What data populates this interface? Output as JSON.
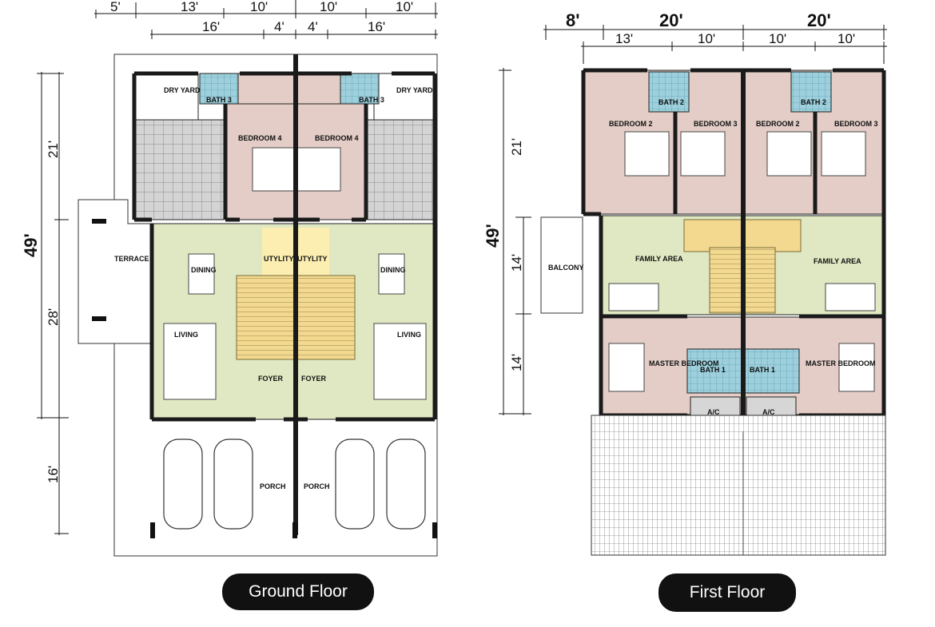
{
  "ground": {
    "title": "Ground Floor",
    "top_dims": [
      "5'",
      "13'",
      "10'",
      "10'",
      "10'"
    ],
    "second_dims": [
      "16'",
      "4'",
      "4'",
      "16'"
    ],
    "side_dims": [
      "21'",
      "49'",
      "28'",
      "16'"
    ],
    "labels": {
      "dry_yard": "DRY YARD",
      "bath3": "BATH 3",
      "bedroom4": "BEDROOM 4",
      "terrace": "TERRACE",
      "utility": "UTYLITY",
      "dining": "DINING",
      "living": "LIVING",
      "foyer": "FOYER",
      "porch": "PORCH"
    }
  },
  "first": {
    "title": "First Floor",
    "top_dims": [
      "8'",
      "20'",
      "20'"
    ],
    "second_dims": [
      "13'",
      "10'",
      "10'",
      "10'"
    ],
    "side_dims": [
      "21'",
      "49'",
      "14'",
      "14'"
    ],
    "labels": {
      "bedroom2": "BEDROOM 2",
      "bedroom3": "BEDROOM 3",
      "bath2": "BATH 2",
      "balcony": "BALCONY",
      "family": "FAMILY AREA",
      "master": "MASTER BEDROOM",
      "bath1": "BATH 1",
      "ac": "A/C"
    }
  },
  "colors": {
    "wall": "#1a1a1a",
    "bedroom": "#e3cdc6",
    "living": "#dfe8c2",
    "utility": "#fbeeb0",
    "stair": "#f3d98f",
    "bath": "#9dd0dc",
    "kitchen": "#d6d6d6",
    "roof": "#ffffff"
  }
}
